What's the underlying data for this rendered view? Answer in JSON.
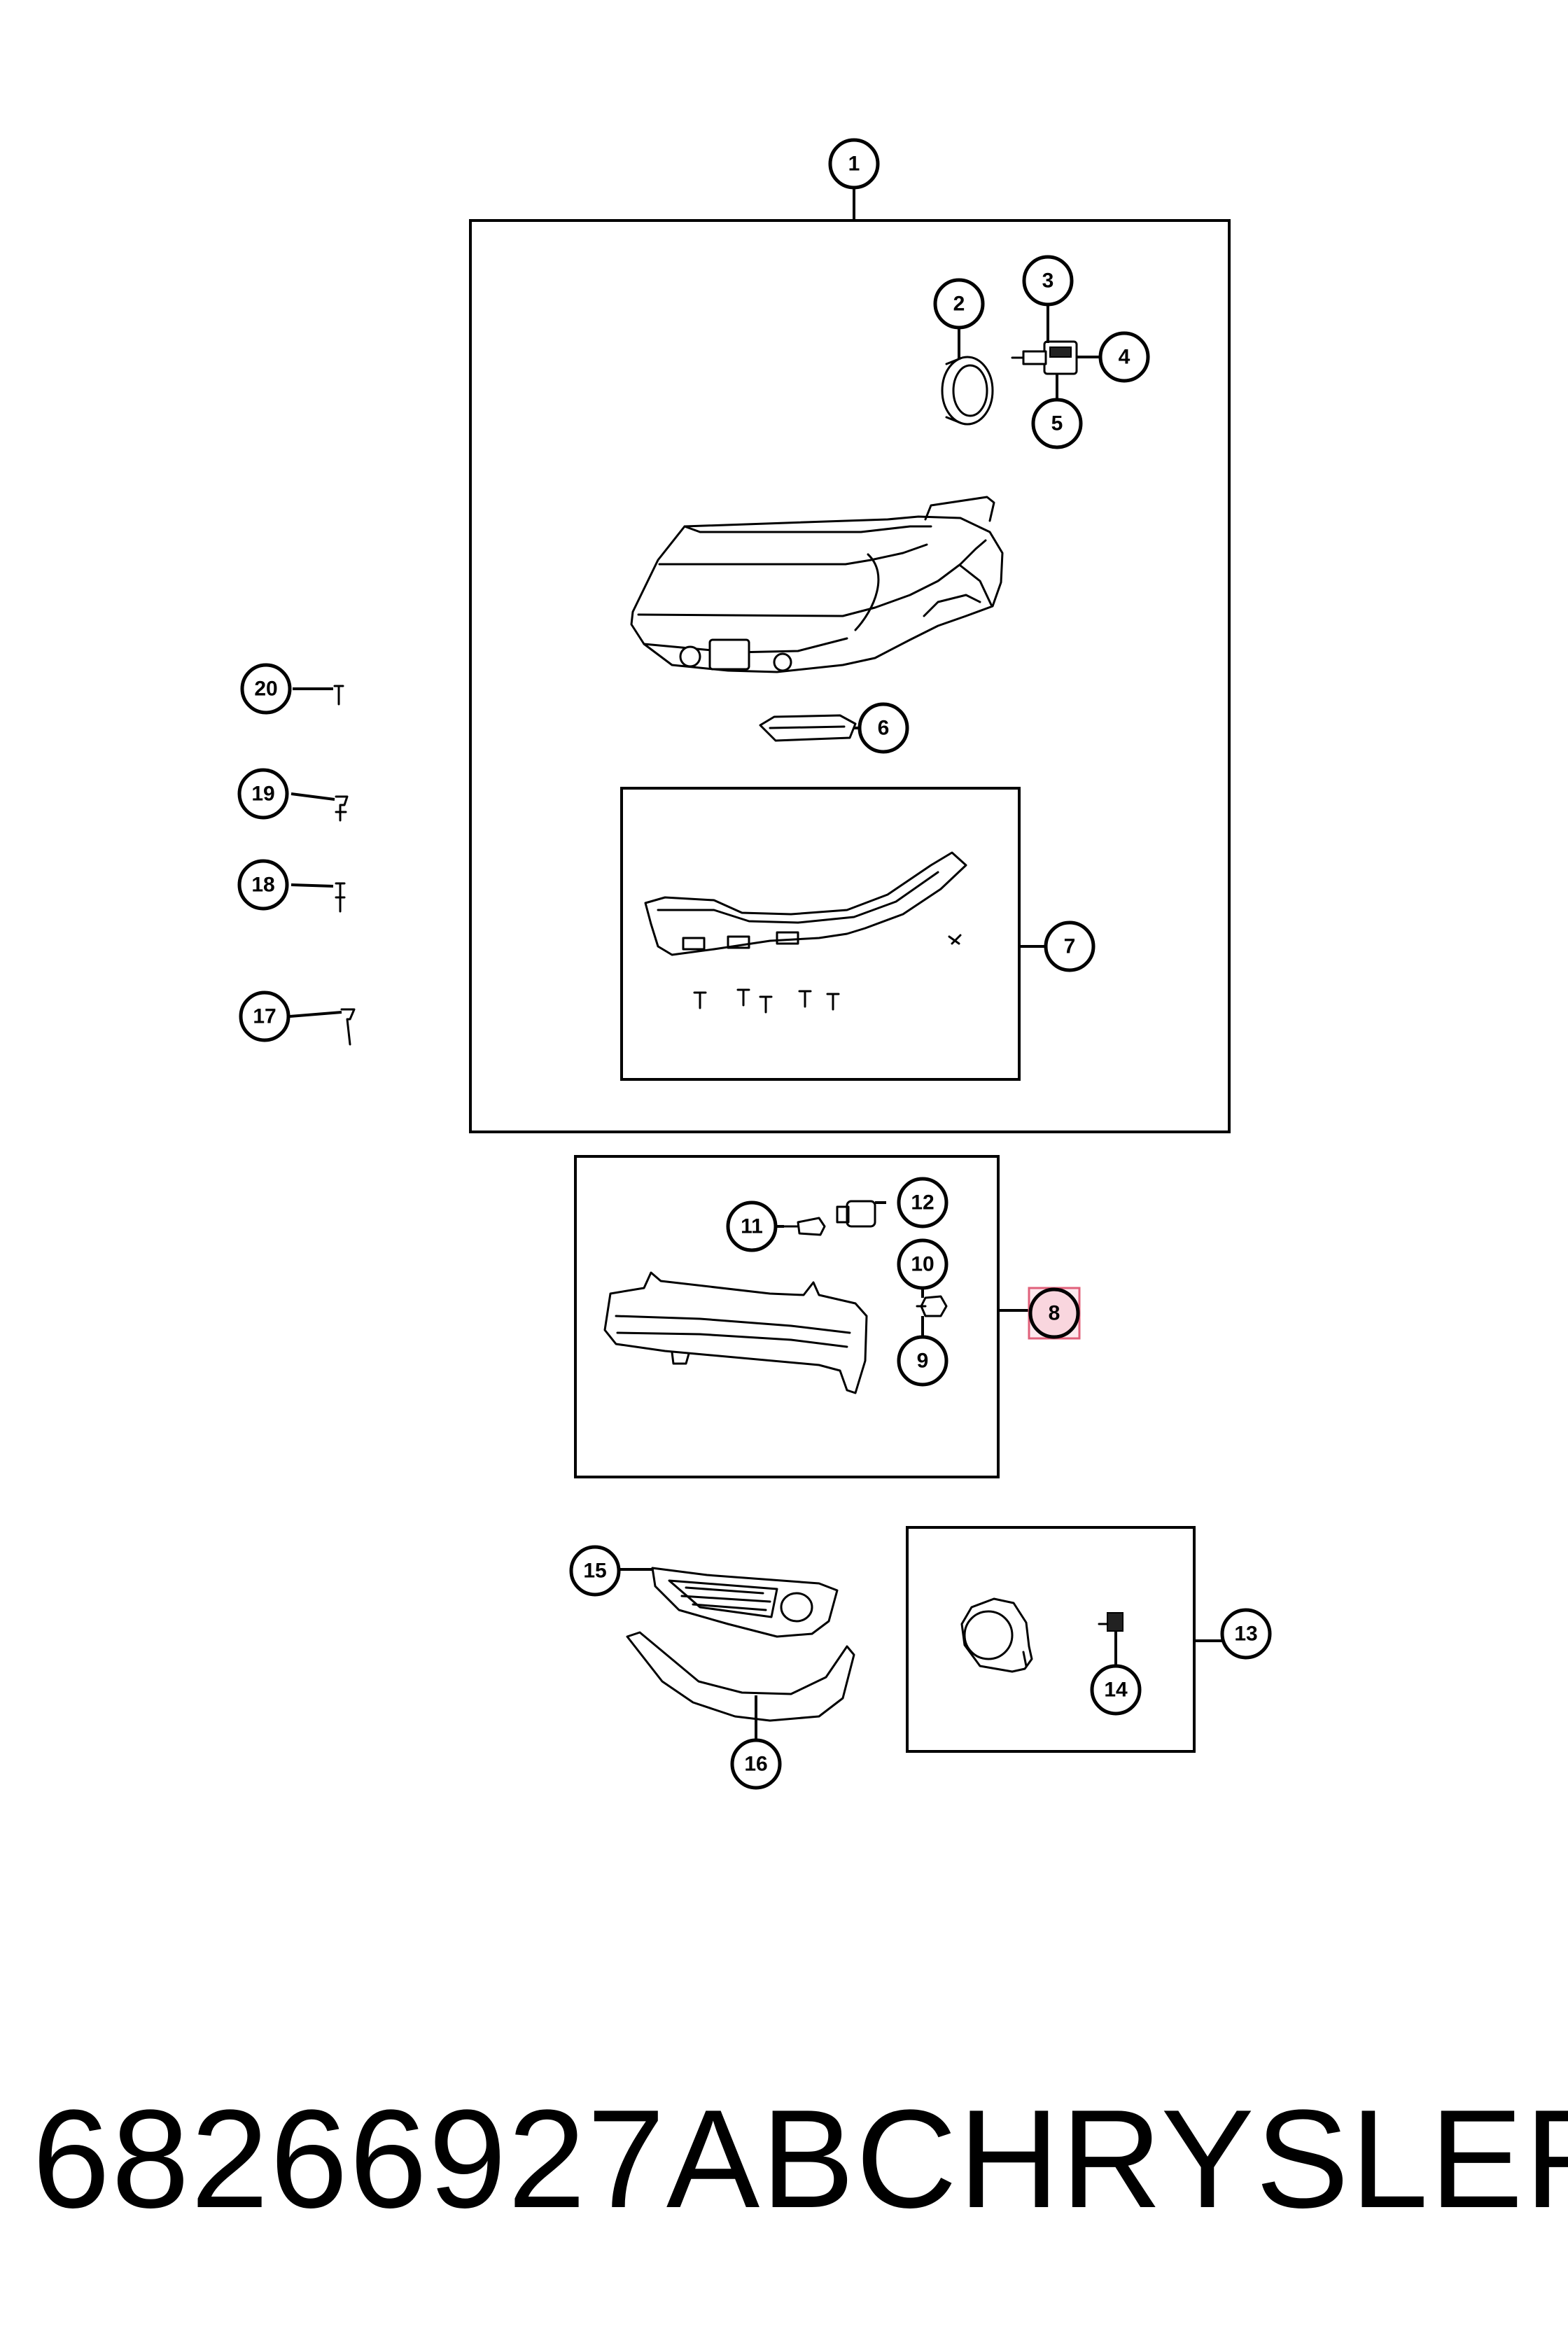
{
  "callouts": [
    {
      "id": "1",
      "label": "1"
    },
    {
      "id": "2",
      "label": "2"
    },
    {
      "id": "3",
      "label": "3"
    },
    {
      "id": "4",
      "label": "4"
    },
    {
      "id": "5",
      "label": "5"
    },
    {
      "id": "6",
      "label": "6"
    },
    {
      "id": "7",
      "label": "7"
    },
    {
      "id": "8",
      "label": "8"
    },
    {
      "id": "9",
      "label": "9"
    },
    {
      "id": "10",
      "label": "10"
    },
    {
      "id": "11",
      "label": "11"
    },
    {
      "id": "12",
      "label": "12"
    },
    {
      "id": "13",
      "label": "13"
    },
    {
      "id": "14",
      "label": "14"
    },
    {
      "id": "15",
      "label": "15"
    },
    {
      "id": "16",
      "label": "16"
    },
    {
      "id": "17",
      "label": "17"
    },
    {
      "id": "18",
      "label": "18"
    },
    {
      "id": "19",
      "label": "19"
    },
    {
      "id": "20",
      "label": "20"
    }
  ],
  "highlighted_callout": "8",
  "highlight_color": "#e0607a",
  "footer": {
    "part_number": "68266927AB",
    "brand": "CHRYSLER"
  }
}
